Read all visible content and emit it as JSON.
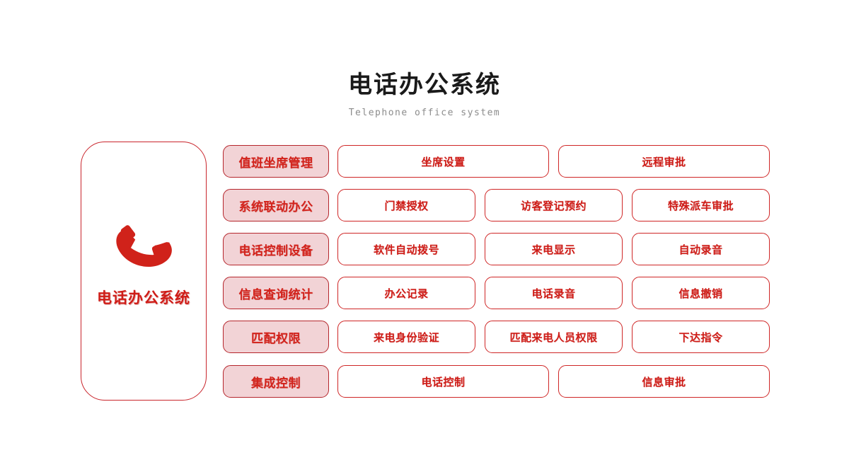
{
  "header": {
    "title": "电话办公系统",
    "subtitle": "Telephone office system"
  },
  "hero": {
    "icon": "phone-handset-icon",
    "label": "电话办公系统"
  },
  "colors": {
    "accent_red": "#cf1c17",
    "border_red": "#cf2626",
    "category_fill": "#f2d3d6",
    "category_border": "#b5262c",
    "title_text": "#1a1a1a",
    "subtitle_text": "#8c8c8c",
    "page_background": "#ffffff"
  },
  "rows": [
    {
      "category": "值班坐席管理",
      "items": [
        "坐席设置",
        "远程审批"
      ]
    },
    {
      "category": "系统联动办公",
      "items": [
        "门禁授权",
        "访客登记预约",
        "特殊派车审批"
      ]
    },
    {
      "category": "电话控制设备",
      "items": [
        "软件自动拨号",
        "来电显示",
        "自动录音"
      ]
    },
    {
      "category": "信息查询统计",
      "items": [
        "办公记录",
        "电话录音",
        "信息撤销"
      ]
    },
    {
      "category": "匹配权限",
      "items": [
        "来电身份验证",
        "匹配来电人员权限",
        "下达指令"
      ]
    },
    {
      "category": "集成控制",
      "items": [
        "电话控制",
        "信息审批"
      ]
    }
  ]
}
